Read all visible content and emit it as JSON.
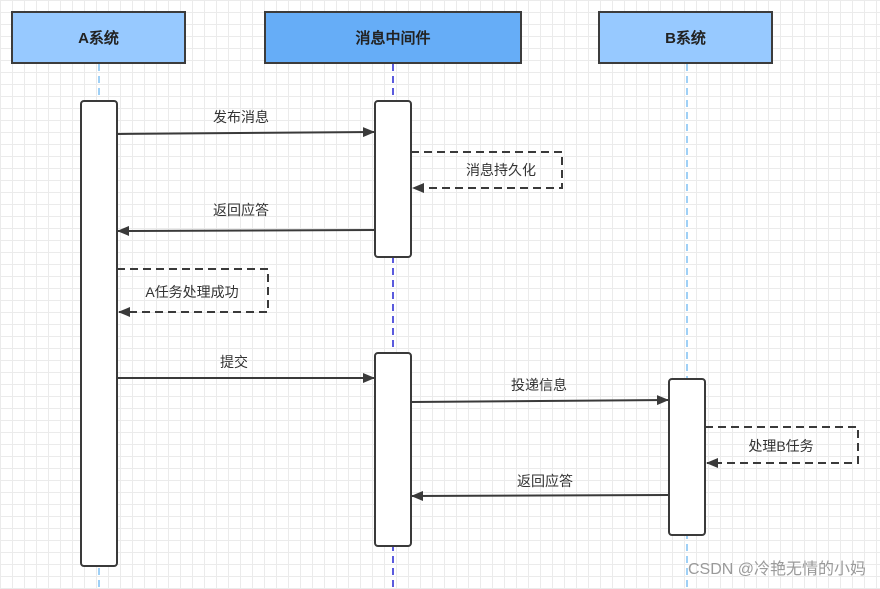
{
  "participants": {
    "a": "A系统",
    "mq": "消息中间件",
    "b": "B系统"
  },
  "messages": {
    "publish": "发布消息",
    "persist": "消息持久化",
    "ack1": "返回应答",
    "a_success": "A任务处理成功",
    "commit": "提交",
    "deliver": "投递信息",
    "b_process": "处理B任务",
    "ack2": "返回应答"
  },
  "watermark": "CSDN @冷艳无情的小妈",
  "colors": {
    "participant_fill": "#97c9ff",
    "participant_fill_mid": "#66adf7",
    "lifeline_ab": "#9fd0f6",
    "lifeline_mid": "#5b5bdd",
    "arrow": "#3a3a3a"
  }
}
